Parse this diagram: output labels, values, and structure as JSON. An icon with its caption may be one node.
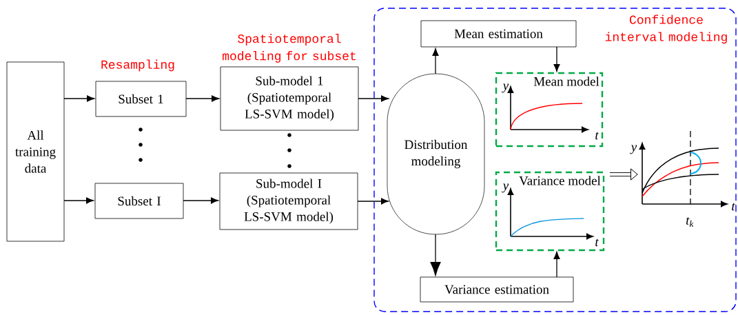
{
  "diagram": {
    "nodes": [
      {
        "text": [
          "All training data"
        ]
      },
      {
        "text": [
          "Subset 1"
        ]
      },
      {
        "text": [
          "Subset I"
        ]
      },
      {
        "text": [
          "Sub-model 1 (Spatiotemporal LS-SVM model)"
        ]
      },
      {
        "text": [
          "Sub-model I (Spatiotemporal LS-SVM model)"
        ]
      },
      {
        "text": [
          "Confidence interval modeling"
        ]
      },
      {
        "text": [
          "Distribution modeling"
        ],
        "in": 5
      },
      {
        "text": [
          "Mean estimation"
        ],
        "in": 5
      },
      {
        "text": [
          "Variance estimation"
        ],
        "in": 5
      },
      {
        "text": [
          "Mean model"
        ],
        "in": 5
      },
      {
        "text": [
          "Variance model"
        ],
        "in": 5
      },
      {
        "text": [],
        "shape": "picture",
        "in": 5,
        "beside": [
          "t$_{k}$"
        ]
      }
    ],
    "edges": [
      {
        "from": 0,
        "to": 1,
        "arrow": "to"
      },
      {
        "from": 0,
        "to": 2,
        "arrow": "to"
      },
      {
        "from": 1,
        "to": 3,
        "arrow": "to"
      },
      {
        "from": 2,
        "to": 4,
        "arrow": "to"
      },
      {
        "from": 3,
        "to": 6,
        "arrow": "to"
      },
      {
        "from": 4,
        "to": 6,
        "arrow": "to"
      },
      {
        "from": 6,
        "to": 7,
        "arrow": "to"
      },
      {
        "from": 7,
        "to": 9,
        "arrow": "to"
      },
      {
        "from": 6,
        "to": 8,
        "arrow": "to"
      },
      {
        "from": 8,
        "to": 10,
        "arrow": "to"
      },
      {
        "from": 10,
        "to": 11,
        "arrow": "to",
        "style": "thick"
      }
    ],
    "labels": [
      "Resampling",
      "Spatiotemporal modeling for subset",
      "y",
      "t",
      "y",
      "t",
      "y",
      "t"
    ]
  }
}
